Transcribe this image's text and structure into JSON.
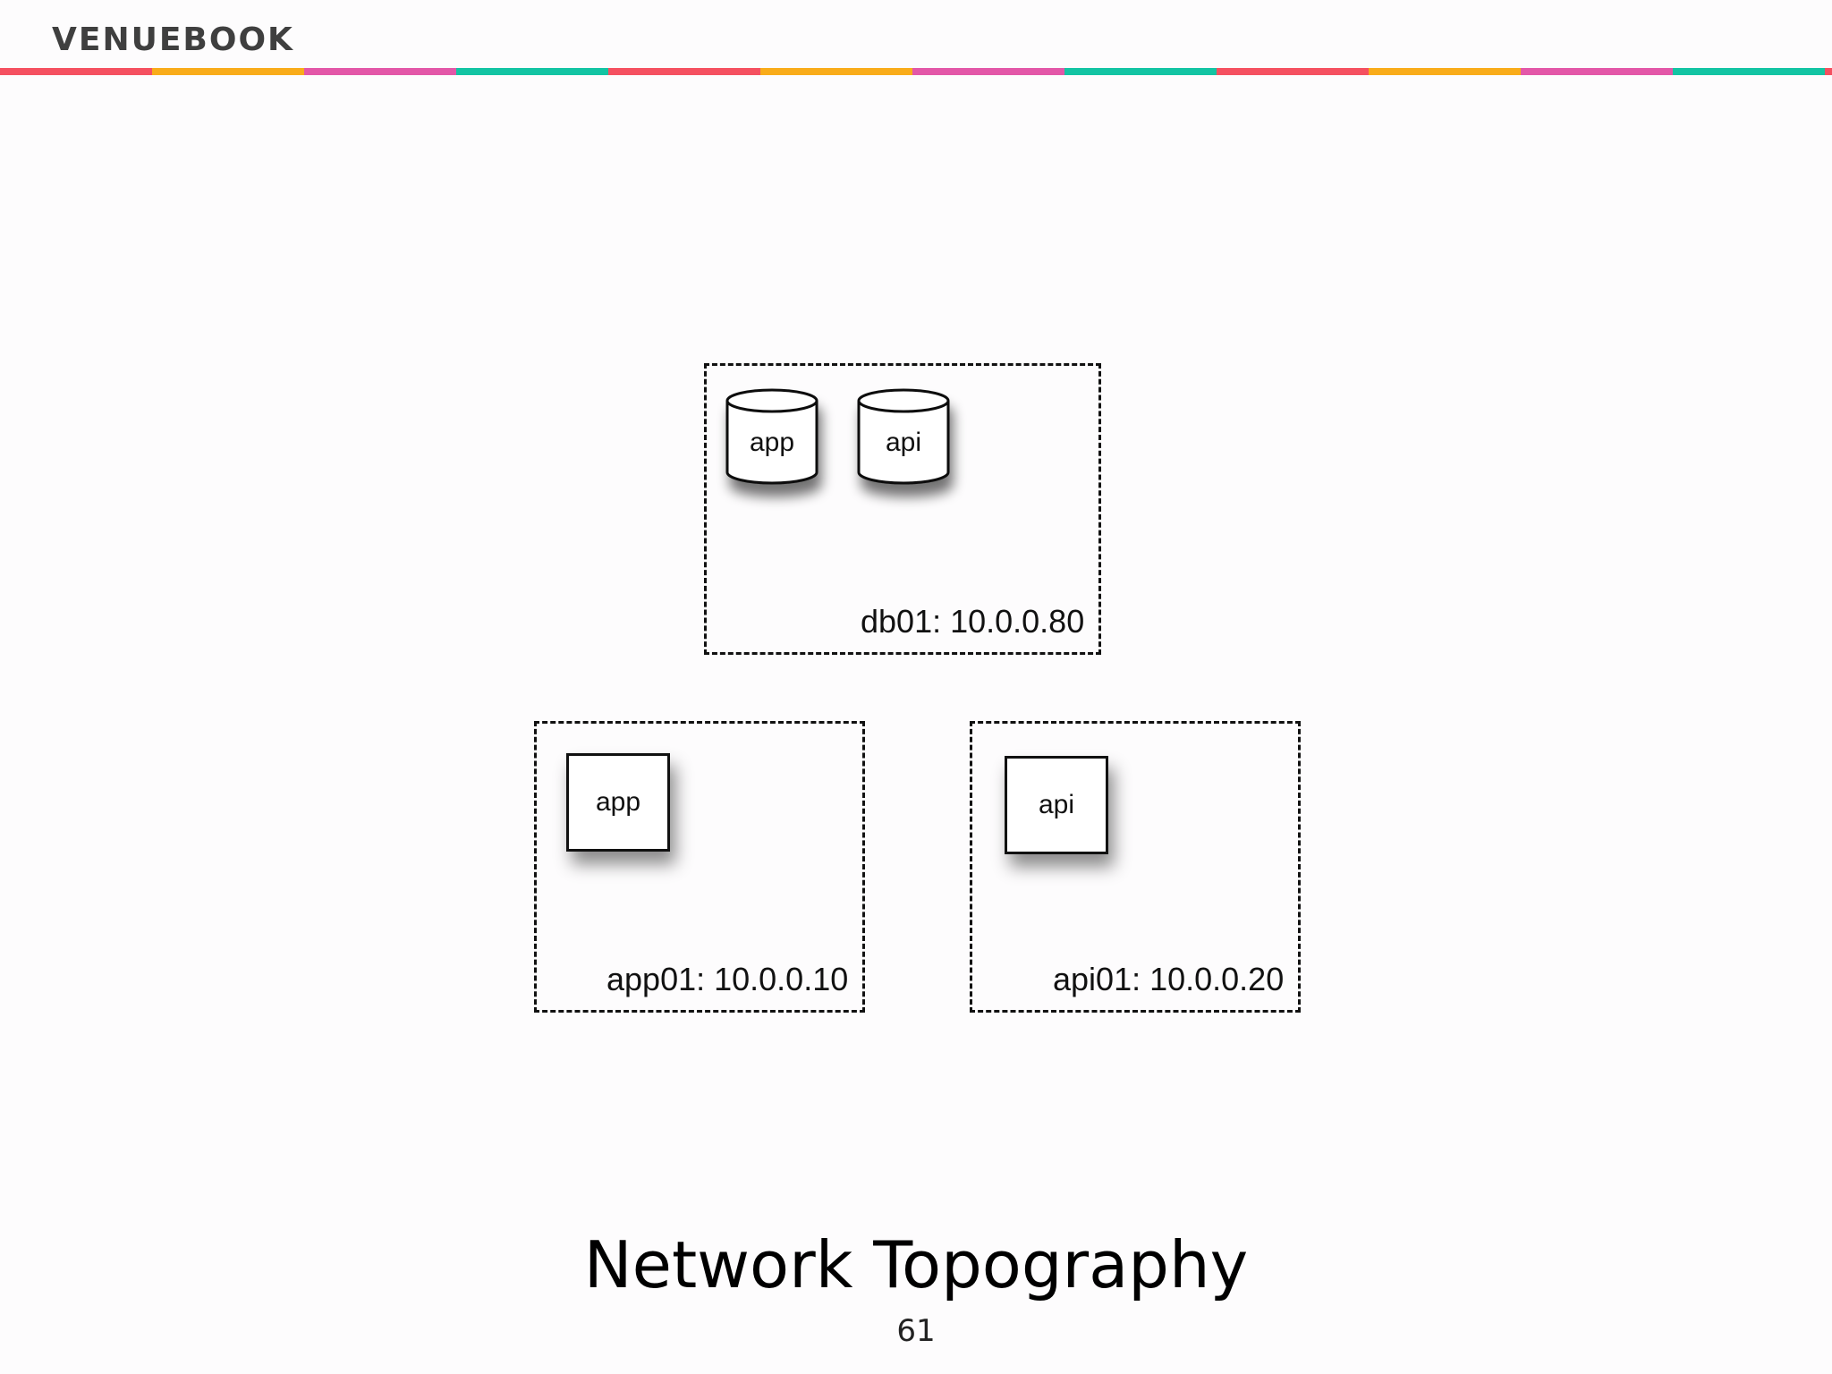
{
  "header": {
    "brand": "VENUEBOOK",
    "stripe_colors": [
      "#f55060",
      "#f9ac1a",
      "#e357a8",
      "#13c4a3"
    ]
  },
  "diagram": {
    "servers": [
      {
        "id": "db01",
        "label": "db01: 10.0.0.80",
        "nodes": [
          {
            "shape": "database-cylinder",
            "label": "app"
          },
          {
            "shape": "database-cylinder",
            "label": "api"
          }
        ]
      },
      {
        "id": "app01",
        "label": "app01: 10.0.0.10",
        "nodes": [
          {
            "shape": "square",
            "label": "app"
          }
        ]
      },
      {
        "id": "api01",
        "label": "api01: 10.0.0.20",
        "nodes": [
          {
            "shape": "square",
            "label": "api"
          }
        ]
      }
    ]
  },
  "footer": {
    "title": "Network Topography",
    "page_number": "61"
  }
}
